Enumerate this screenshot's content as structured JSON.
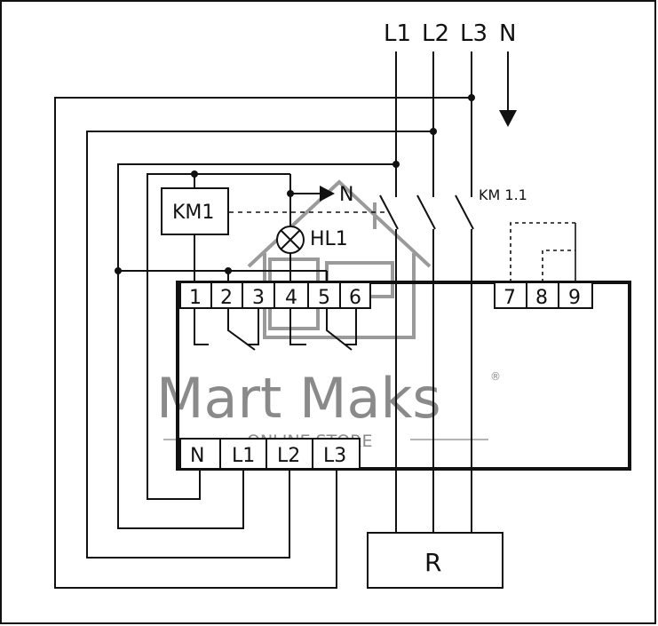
{
  "lines": {
    "l1": "L1",
    "l2": "L2",
    "l3": "L3",
    "n": "N"
  },
  "labels": {
    "km_coil": "KM1",
    "km_contact": "KM 1.1",
    "lamp": "HL1",
    "lamp_neutral": "N",
    "load": "R"
  },
  "relay": {
    "top_terminals": [
      "1",
      "2",
      "3",
      "4",
      "5",
      "6"
    ],
    "aux_terminals": [
      "7",
      "8",
      "9"
    ],
    "bottom_terminals": [
      "N",
      "L1",
      "L2",
      "L3"
    ]
  },
  "watermark": {
    "brand": "Mart Maks",
    "subtitle": "ONLINE STORE",
    "mark": "®"
  }
}
